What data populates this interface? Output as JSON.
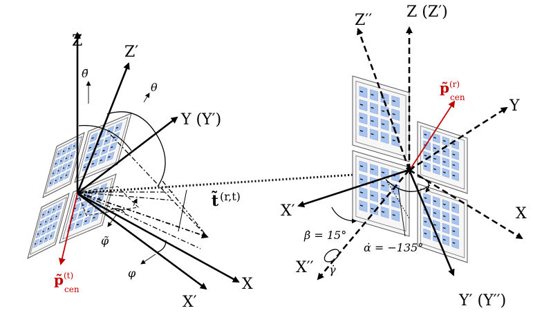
{
  "colors": {
    "axis": "#000000",
    "accent": "#c00000",
    "panel_fill": "#f6f6f6",
    "element": "#a9c4ee"
  },
  "left": {
    "axes": {
      "z": "Z",
      "z_prime": "Z′",
      "y": "Y (Y′)",
      "x": "X",
      "x_prime": "X′"
    },
    "angles": {
      "theta": "θ",
      "theta_tilde": "θ̃",
      "phi": "φ",
      "phi_tilde": "φ̃"
    },
    "vector": {
      "main": "p̃",
      "sup": "(t)",
      "sub": "cen"
    }
  },
  "link_vector": {
    "main": "t̃",
    "sup": "(r,t)"
  },
  "right": {
    "axes": {
      "z": "Z (Z′)",
      "z_double": "Z′′",
      "y": "Y",
      "x": "X",
      "x_prime": "X′",
      "x_double": "X′′",
      "y_prime": "Y′ (Y′′)"
    },
    "angles": {
      "beta": "β̇ = 15°",
      "alpha": "α̇ = −135°",
      "gamma": "γ̇"
    },
    "vector": {
      "main": "p̃",
      "sup": "(r)",
      "sub": "cen"
    }
  }
}
